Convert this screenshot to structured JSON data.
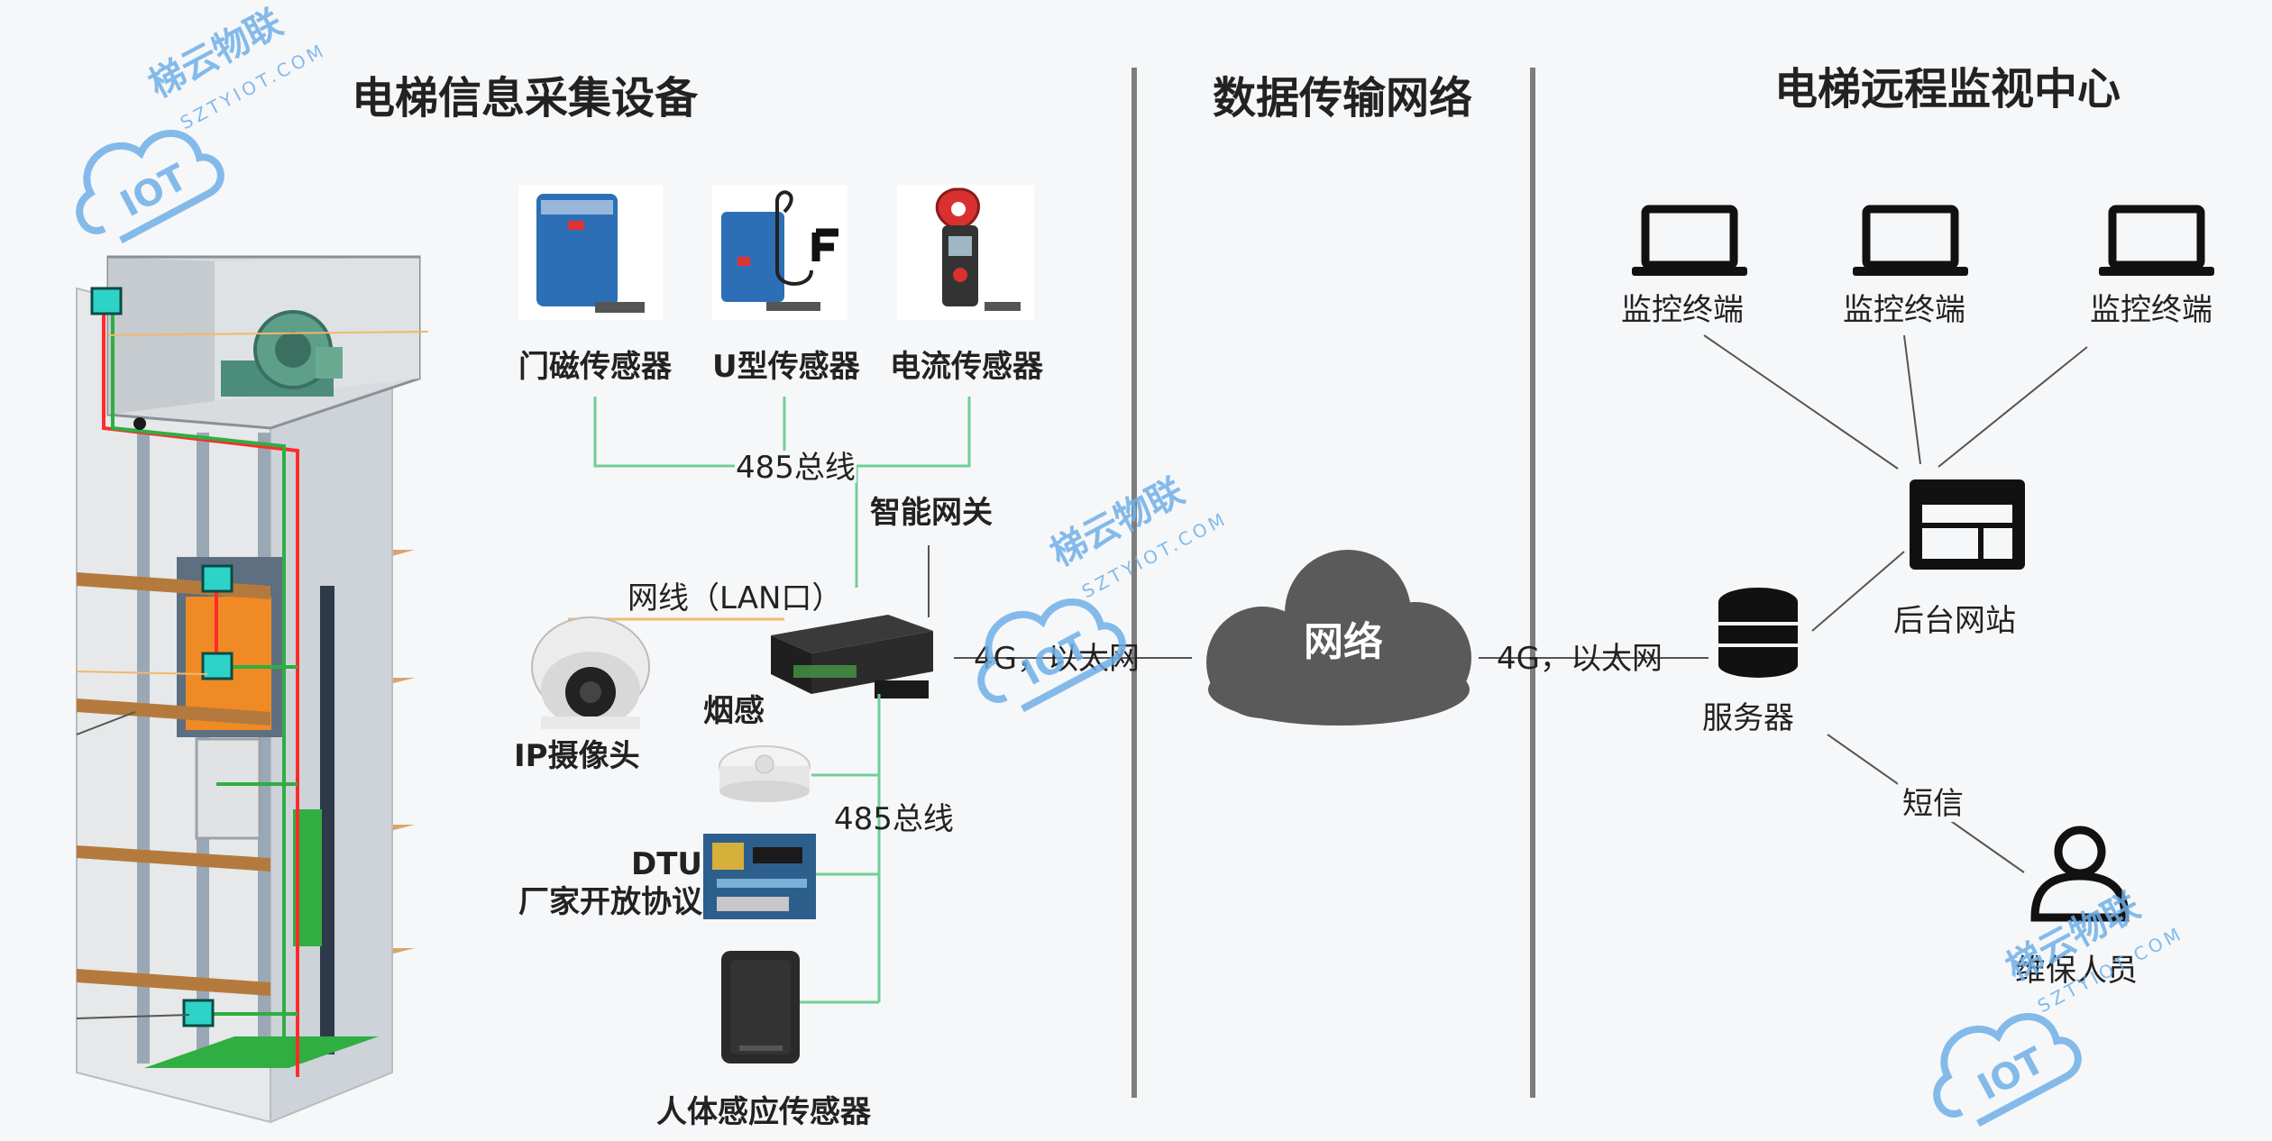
{
  "sections": {
    "left": "电梯信息采集设备",
    "middle": "数据传输网络",
    "right": "电梯远程监视中心"
  },
  "sensors": {
    "door": "门磁传感器",
    "u": "U型传感器",
    "current": "电流传感器"
  },
  "bus_top": "485总线",
  "gateway": "智能网关",
  "lan": "网线（LAN口）",
  "ip_camera": "IP摄像头",
  "smoke": "烟感",
  "dtu_line1": "DTU",
  "dtu_line2": "厂家开放协议",
  "bus_bottom": "485总线",
  "pir": "人体感应传感器",
  "link_left": "4G，以太网",
  "cloud": "网络",
  "link_right": "4G，以太网",
  "monitors": [
    "监控终端",
    "监控终端",
    "监控终端"
  ],
  "website": "后台网站",
  "server": "服务器",
  "sms": "短信",
  "maintainer": "维保人员",
  "watermark": {
    "name": "梯云物联",
    "url": "SZTYIOT.COM",
    "badge": "IOT"
  },
  "colors": {
    "bus": "#6fcf97",
    "divider": "#7d7d7d",
    "cloud": "#5a5a5a",
    "icon": "#111111",
    "watermark": "#6fb0e8"
  }
}
